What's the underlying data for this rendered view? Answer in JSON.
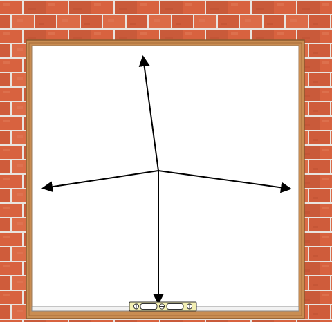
{
  "scene": {
    "wall_material": "brick",
    "frame_material": "wood",
    "level_tool": "spirit-level"
  },
  "colors": {
    "brick": "#d8623f",
    "brick_dark": "#c25234",
    "brick_light": "#e2805e",
    "mortar": "#e9e4df",
    "frame": "#c98d52",
    "frame_dark": "#8a5a2e",
    "panel": "#ffffff",
    "arrow": "#000000",
    "level_body": "#f3efb2",
    "level_vial": "#ffffff"
  },
  "arrows": [
    {
      "name": "arrow-up-icon",
      "direction": "up"
    },
    {
      "name": "arrow-left-icon",
      "direction": "left"
    },
    {
      "name": "arrow-right-icon",
      "direction": "right"
    },
    {
      "name": "arrow-down-icon",
      "direction": "down"
    }
  ]
}
